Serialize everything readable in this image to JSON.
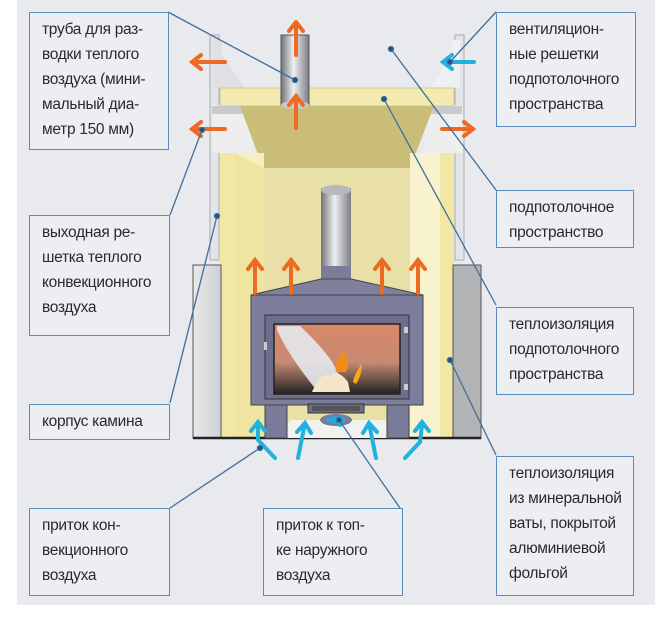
{
  "title": "Схема камина с конвекционным подогревом воздуха",
  "colors": {
    "background": "#e9eaee",
    "label_border": "#5b8bbd",
    "leader_line": "#3f6f9c",
    "warm_air_arrow": "#ee6a22",
    "cold_air_arrow": "#1fb1df",
    "insulation": "#f3e9a8",
    "stove_body": "#7f7f9f",
    "casing": "#b5b5b7"
  },
  "labels": {
    "pipe": {
      "lines": [
        "труба для раз-",
        "водки теплого",
        "воздуха (мини-",
        "мальный диа-",
        "метр 150 мм)"
      ]
    },
    "vent_grilles": {
      "lines": [
        "вентиляцион-",
        "ные решетки",
        "подпотолочного",
        "пространства"
      ]
    },
    "outlet_grille": {
      "lines": [
        "выходная ре-",
        "шетка теплого",
        "конвекционного",
        "воздуха"
      ]
    },
    "ceiling_space": {
      "lines": [
        "подпотолочное",
        "пространство"
      ]
    },
    "ceiling_insulation": {
      "lines": [
        "теплоизоляция",
        "подпотолочного",
        "пространства"
      ]
    },
    "fireplace_body": {
      "lines": [
        "корпус камина"
      ]
    },
    "mineral_wool": {
      "lines": [
        "теплоизоляция",
        "из минеральной",
        "ваты, покрытой",
        "алюминиевой",
        "фольгой"
      ]
    },
    "convection_inflow": {
      "lines": [
        "приток кон-",
        "векционного",
        "воздуха"
      ]
    },
    "firebox_inflow": {
      "lines": [
        "приток к топ-",
        "ке наружного",
        "воздуха"
      ]
    }
  },
  "arrows": {
    "warm_air": [
      "pipe-top",
      "pipe-bottom",
      "left-upper-vent",
      "left-lower-vent",
      "right-lower-vent",
      "stove-top-1",
      "stove-top-2",
      "stove-top-3",
      "stove-top-4"
    ],
    "cold_air": [
      "right-upper-vent",
      "floor-1",
      "floor-2",
      "floor-3",
      "floor-4",
      "floor-5",
      "firebox-intake"
    ]
  }
}
